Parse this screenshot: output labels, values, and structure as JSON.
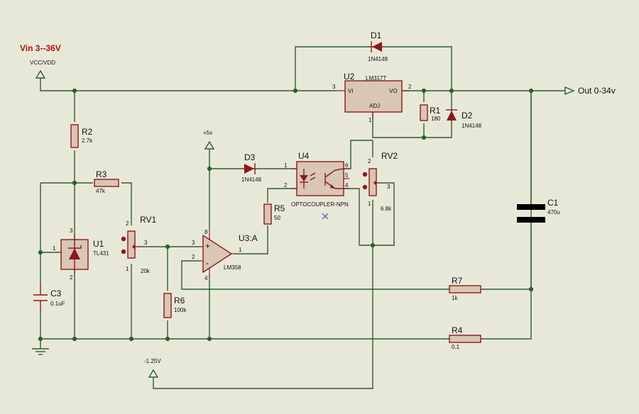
{
  "input": {
    "title": "Vin 3--36V",
    "supply": "VCC/VDD"
  },
  "output": {
    "label": "Out 0-34v"
  },
  "rails": {
    "pos5": "+5v",
    "neg125": "-1.25V"
  },
  "components": {
    "d1": {
      "ref": "D1",
      "value": "1N4148"
    },
    "d2": {
      "ref": "D2",
      "value": "1N4148"
    },
    "d3": {
      "ref": "D3",
      "value": "1N4148"
    },
    "u2": {
      "ref": "U2",
      "part": "LM317T",
      "vi": "VI",
      "vo": "VO",
      "adj": "ADJ"
    },
    "u1": {
      "ref": "U1",
      "part": "TL431"
    },
    "u3": {
      "ref": "U3:A",
      "part": "LM358"
    },
    "u4": {
      "ref": "U4",
      "part": "OPTOCOUPLER-NPN"
    },
    "r1": {
      "ref": "R1",
      "value": "180"
    },
    "r2": {
      "ref": "R2",
      "value": "2.7k"
    },
    "r3": {
      "ref": "R3",
      "value": "47k"
    },
    "r4": {
      "ref": "R4",
      "value": "0.1"
    },
    "r5": {
      "ref": "R5",
      "value": "50"
    },
    "r6": {
      "ref": "R6",
      "value": "100k"
    },
    "r7": {
      "ref": "R7",
      "value": "1k"
    },
    "rv1": {
      "ref": "RV1",
      "value": "20k"
    },
    "rv2": {
      "ref": "RV2",
      "value": "6.8k"
    },
    "c1": {
      "ref": "C1",
      "value": "470u"
    },
    "c3": {
      "ref": "C3",
      "value": "0.1uF"
    }
  },
  "pins": {
    "u2_3": "3",
    "u2_2": "2",
    "u2_1": "1",
    "u1_1": "1",
    "u1_3": "3",
    "u1_2": "2",
    "rv1_2": "2",
    "rv1_3": "3",
    "rv1_1": "1",
    "u3_8": "8",
    "u3_3": "3",
    "u3_2": "2",
    "u3_1": "1",
    "u3_4": "4",
    "u4_1": "1",
    "u4_2": "2",
    "u4_6": "6",
    "u4_5": "5",
    "u4_4": "4",
    "rv2_2": "2",
    "rv2_3": "3",
    "rv2_1": "1",
    "u3_plus": "+",
    "u3_minus": "-"
  }
}
